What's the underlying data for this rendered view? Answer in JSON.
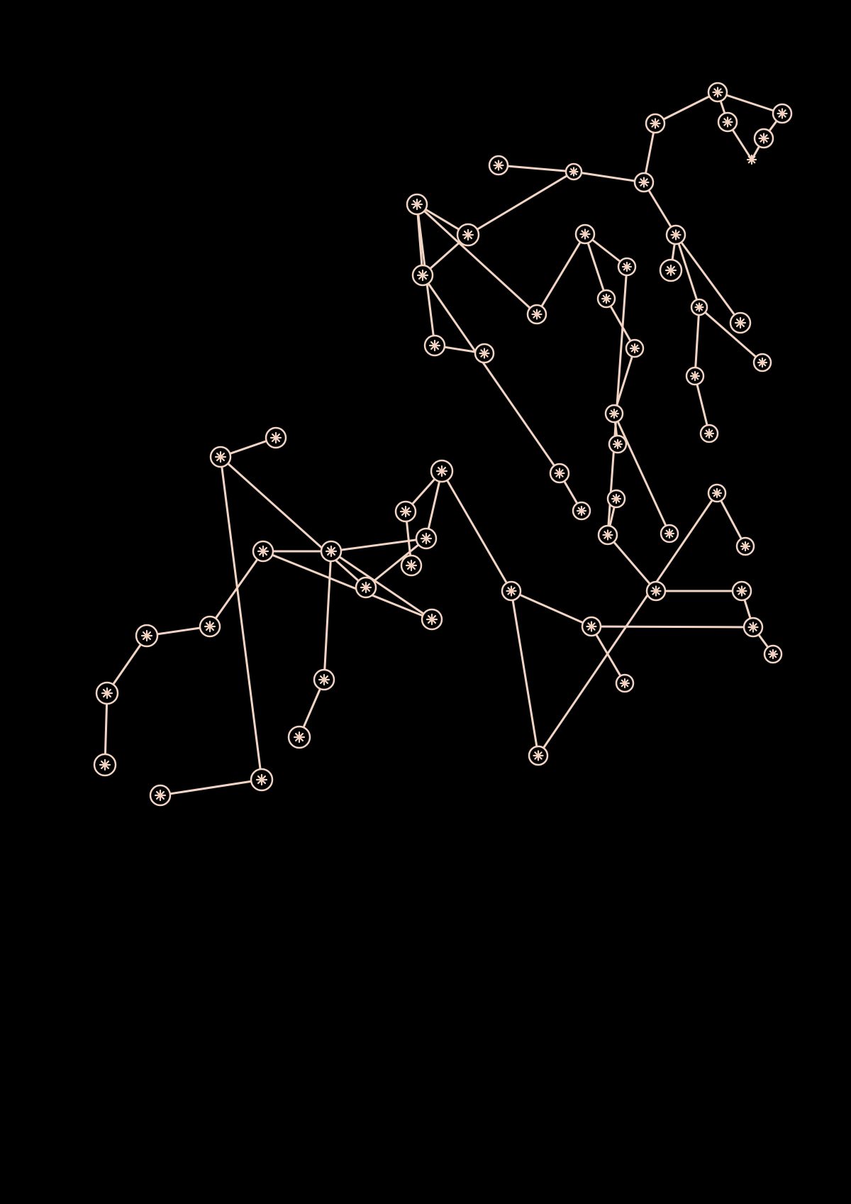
{
  "colors": {
    "background": "#000000",
    "stroke": "#f2d4c4"
  },
  "node_icon": "asterisk-circle-icon",
  "diagram": {
    "nodes": [
      {
        "id": "n1"
      },
      {
        "id": "n2"
      },
      {
        "id": "n3"
      },
      {
        "id": "n4"
      },
      {
        "id": "n5"
      },
      {
        "id": "n6"
      },
      {
        "id": "n7"
      },
      {
        "id": "n8"
      },
      {
        "id": "n9"
      },
      {
        "id": "n10"
      },
      {
        "id": "n11"
      },
      {
        "id": "n12"
      },
      {
        "id": "n13"
      },
      {
        "id": "n14"
      },
      {
        "id": "n15"
      },
      {
        "id": "n16"
      },
      {
        "id": "n17"
      },
      {
        "id": "n18"
      },
      {
        "id": "n19"
      },
      {
        "id": "n20"
      },
      {
        "id": "n21"
      },
      {
        "id": "n22"
      },
      {
        "id": "n23"
      },
      {
        "id": "n24"
      },
      {
        "id": "n25"
      },
      {
        "id": "n26"
      },
      {
        "id": "n27"
      },
      {
        "id": "n28"
      },
      {
        "id": "n29"
      },
      {
        "id": "n30"
      },
      {
        "id": "n31"
      },
      {
        "id": "n32"
      },
      {
        "id": "n33"
      },
      {
        "id": "n34"
      },
      {
        "id": "n35"
      },
      {
        "id": "n36"
      },
      {
        "id": "n37"
      },
      {
        "id": "n38"
      },
      {
        "id": "n39"
      },
      {
        "id": "n40"
      },
      {
        "id": "n41"
      },
      {
        "id": "n42"
      },
      {
        "id": "n43"
      },
      {
        "id": "n44"
      },
      {
        "id": "n45"
      },
      {
        "id": "n46"
      },
      {
        "id": "n47"
      },
      {
        "id": "n48"
      },
      {
        "id": "n49"
      },
      {
        "id": "n50"
      },
      {
        "id": "n51"
      },
      {
        "id": "n52"
      },
      {
        "id": "n53"
      },
      {
        "id": "n54"
      },
      {
        "id": "n55"
      },
      {
        "id": "n56"
      },
      {
        "id": "n57"
      },
      {
        "id": "n58"
      },
      {
        "id": "n59"
      },
      {
        "id": "n60"
      },
      {
        "id": "n61"
      }
    ],
    "edges": [
      [
        "n1",
        "n2"
      ],
      [
        "n1",
        "n3"
      ],
      [
        "n2",
        "n4"
      ],
      [
        "n4",
        "n5"
      ],
      [
        "n3",
        "n5"
      ],
      [
        "n1",
        "n6"
      ],
      [
        "n6",
        "n7"
      ],
      [
        "n8",
        "n7"
      ],
      [
        "n9",
        "n8"
      ],
      [
        "n8",
        "n10"
      ],
      [
        "n7",
        "n14"
      ],
      [
        "n14",
        "n15"
      ],
      [
        "n10",
        "n11"
      ],
      [
        "n10",
        "n12"
      ],
      [
        "n11",
        "n12"
      ],
      [
        "n11",
        "n16"
      ],
      [
        "n16",
        "n17"
      ],
      [
        "n11",
        "n18"
      ],
      [
        "n18",
        "n19"
      ],
      [
        "n19",
        "n20"
      ],
      [
        "n19",
        "n21"
      ],
      [
        "n21",
        "n22"
      ],
      [
        "n22",
        "n23"
      ],
      [
        "n23",
        "n24"
      ],
      [
        "n23",
        "n25"
      ],
      [
        "n12",
        "n26"
      ],
      [
        "n26",
        "n27"
      ],
      [
        "n14",
        "n13"
      ],
      [
        "n14",
        "n28"
      ],
      [
        "n28",
        "n29"
      ],
      [
        "n28",
        "n30"
      ],
      [
        "n30",
        "n31"
      ],
      [
        "n20",
        "n32"
      ],
      [
        "n32",
        "n33"
      ],
      [
        "n32",
        "n34"
      ],
      [
        "n34",
        "n35"
      ],
      [
        "n35",
        "n36"
      ],
      [
        "n36",
        "n37"
      ],
      [
        "n36",
        "n38"
      ],
      [
        "n38",
        "n39"
      ],
      [
        "n38",
        "n40"
      ],
      [
        "n40",
        "n41"
      ],
      [
        "n40",
        "n42"
      ],
      [
        "n42",
        "n43"
      ],
      [
        "n43",
        "n44"
      ],
      [
        "n41",
        "n45"
      ],
      [
        "n45",
        "n46"
      ],
      [
        "n42",
        "n47"
      ],
      [
        "n47",
        "n48"
      ],
      [
        "n47",
        "n49"
      ],
      [
        "n49",
        "n52"
      ],
      [
        "n49",
        "n50"
      ],
      [
        "n49",
        "n51"
      ],
      [
        "n51",
        "n53"
      ],
      [
        "n52",
        "n50"
      ],
      [
        "n52",
        "n54"
      ],
      [
        "n54",
        "n55"
      ],
      [
        "n55",
        "n56"
      ],
      [
        "n56",
        "n57"
      ],
      [
        "n48",
        "n58"
      ],
      [
        "n58",
        "n59"
      ],
      [
        "n58",
        "n60"
      ],
      [
        "n60",
        "n61"
      ]
    ]
  }
}
